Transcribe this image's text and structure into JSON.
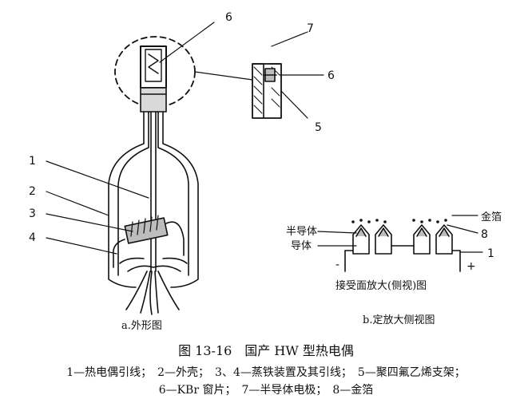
{
  "figure": {
    "title": "图 13-16　国产 HW 型热电偶",
    "legend_line1": "1—热电偶引线；　2—外壳；　3、4—蒸铁装置及其引线；　5—聚四氟乙烯支架；",
    "legend_line2": "6—KBr 窗片；　7—半导体电极；　8—金箔"
  },
  "panel_a": {
    "caption": "a.外形图",
    "callouts": [
      "1",
      "2",
      "3",
      "4"
    ],
    "top_callout": "6"
  },
  "detail": {
    "callouts": [
      "7",
      "6",
      "5"
    ]
  },
  "panel_b": {
    "caption": "b.定放大侧视图",
    "sublabel": "接受面放大(侧视)图",
    "label_semiconductor_1": "半导体",
    "label_semiconductor_2": "导体",
    "label_gold": "金箔",
    "callout_8": "8",
    "callout_1": "1",
    "sign_minus": "-",
    "sign_plus": "+"
  }
}
